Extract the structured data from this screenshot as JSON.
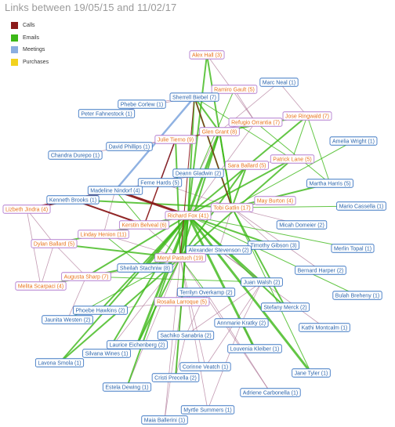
{
  "title": "Links between 19/05/15 and 11/02/17",
  "legend": [
    {
      "label": "Calls",
      "color": "#8b1a1a"
    },
    {
      "label": "Emails",
      "color": "#3cb817"
    },
    {
      "label": "Meetings",
      "color": "#8aaee0"
    },
    {
      "label": "Purchases",
      "color": "#f2d21e"
    }
  ],
  "palette": {
    "highlight_text": "#e8731c",
    "highlight_border": "#b47fd0",
    "normal_text": "#2a64ac",
    "normal_border": "#3f78c4",
    "calls": "#8b1a1a",
    "emails": "#3cb817",
    "meetings": "#8aaee0",
    "minor_link": "#b07a9a"
  },
  "nodes": [
    {
      "id": "alex",
      "label": "Alex Hall (3)",
      "highlight": true
    },
    {
      "id": "marcneal",
      "label": "Marc Neal (1)"
    },
    {
      "id": "ramiro",
      "label": "Ramiro Gault (5)",
      "highlight": true
    },
    {
      "id": "sherrell",
      "label": "Sherrell Biebel (7)"
    },
    {
      "id": "phebe",
      "label": "Phebe Corlew (1)"
    },
    {
      "id": "refugio",
      "label": "Refugio Orrantia (7)",
      "highlight": true
    },
    {
      "id": "jose",
      "label": "Jose Ringwald (7)",
      "highlight": true
    },
    {
      "id": "peter",
      "label": "Peter Fahnestock (1)"
    },
    {
      "id": "glen",
      "label": "Glen Grant (8)",
      "highlight": true
    },
    {
      "id": "julie",
      "label": "Julie Tierno (9)",
      "highlight": true
    },
    {
      "id": "amelia",
      "label": "Amelia Wright (1)"
    },
    {
      "id": "chandra",
      "label": "Chandra Durepo (1)"
    },
    {
      "id": "david",
      "label": "David Phillips (1)"
    },
    {
      "id": "patrick",
      "label": "Patrick Lane (5)",
      "highlight": true
    },
    {
      "id": "sara",
      "label": "Sara Ballard (5)",
      "highlight": true
    },
    {
      "id": "deann",
      "label": "Deann Gladwin (2)"
    },
    {
      "id": "martha",
      "label": "Martha Harris (5)"
    },
    {
      "id": "ferne",
      "label": "Ferne Hards (5)"
    },
    {
      "id": "madeline",
      "label": "Madeline Nindorf (4)"
    },
    {
      "id": "may",
      "label": "May Burton (4)",
      "highlight": true
    },
    {
      "id": "kenneth",
      "label": "Kenneth Brooks (1)"
    },
    {
      "id": "tobi",
      "label": "Tobi Gatlin (17)",
      "highlight": true
    },
    {
      "id": "mario",
      "label": "Mario Cassella (1)"
    },
    {
      "id": "lizbeth",
      "label": "Lizbeth Jindra (4)",
      "highlight": true
    },
    {
      "id": "richard",
      "label": "Richard Fox (41)",
      "highlight": true
    },
    {
      "id": "micah",
      "label": "Micah Domeier (2)"
    },
    {
      "id": "kerstin",
      "label": "Kerstin Belveal (6)",
      "highlight": true
    },
    {
      "id": "linday",
      "label": "Linday Henion (11)",
      "highlight": true
    },
    {
      "id": "dylan",
      "label": "Dylan Ballard (5)",
      "highlight": true
    },
    {
      "id": "timothy",
      "label": "Timothy Gibson (3)"
    },
    {
      "id": "merlin",
      "label": "Merlin Topal (1)"
    },
    {
      "id": "alexander",
      "label": "Alexander Stevenson (2)"
    },
    {
      "id": "meryl",
      "label": "Meryl Pastuch (19)",
      "highlight": true
    },
    {
      "id": "sheilah",
      "label": "Sheilah Stachniw (8)"
    },
    {
      "id": "bernard",
      "label": "Bernard Harper (2)"
    },
    {
      "id": "melita",
      "label": "Melita Scarpaci (4)",
      "highlight": true
    },
    {
      "id": "augusta",
      "label": "Augusta Sharp (7)",
      "highlight": true
    },
    {
      "id": "juan",
      "label": "Juan Walsh (2)"
    },
    {
      "id": "terrilyn",
      "label": "Terrilyn Overkamp (2)"
    },
    {
      "id": "bulah",
      "label": "Bulah Breheny (1)"
    },
    {
      "id": "phoebe",
      "label": "Phoebe Hawkins (2)"
    },
    {
      "id": "rosalia",
      "label": "Rosalia Larroque (5)",
      "highlight": true
    },
    {
      "id": "stefany",
      "label": "Stefany Merck (2)"
    },
    {
      "id": "jaunita",
      "label": "Jaunita Westen (2)"
    },
    {
      "id": "annmarie",
      "label": "Annmarie Kratky (2)"
    },
    {
      "id": "sachiko",
      "label": "Sachiko Sanabria (2)"
    },
    {
      "id": "kathi",
      "label": "Kathi Montcalm (1)"
    },
    {
      "id": "laurice",
      "label": "Laurice Eichenberg (2)"
    },
    {
      "id": "louvenia",
      "label": "Louvenia Kleiber (1)"
    },
    {
      "id": "silvana",
      "label": "Silvana Wines (1)"
    },
    {
      "id": "lavona",
      "label": "Lavona Smola (1)"
    },
    {
      "id": "corinne",
      "label": "Corinne Veatch (1)"
    },
    {
      "id": "jane",
      "label": "Jane Tyler (1)"
    },
    {
      "id": "cristi",
      "label": "Cristi Precella (2)"
    },
    {
      "id": "estela",
      "label": "Estela Dewing (1)"
    },
    {
      "id": "adriene",
      "label": "Adriene Carbonella (1)"
    },
    {
      "id": "myrtle",
      "label": "Myrtle Summers (1)"
    },
    {
      "id": "maia",
      "label": "Maia Ballerini (1)"
    }
  ],
  "links": [
    {
      "source": "richard",
      "target": "alex",
      "type": "emails",
      "weight": 2
    },
    {
      "source": "richard",
      "target": "glen",
      "type": "emails",
      "weight": 3
    },
    {
      "source": "richard",
      "target": "meryl",
      "type": "emails",
      "weight": 4
    },
    {
      "source": "richard",
      "target": "sheilah",
      "type": "emails",
      "weight": 3
    },
    {
      "source": "richard",
      "target": "laurice",
      "type": "emails",
      "weight": 3
    },
    {
      "source": "richard",
      "target": "silvana",
      "type": "emails",
      "weight": 2
    },
    {
      "source": "richard",
      "target": "lavona",
      "type": "emails",
      "weight": 2
    },
    {
      "source": "richard",
      "target": "louvenia",
      "type": "emails",
      "weight": 3
    },
    {
      "source": "richard",
      "target": "jane",
      "type": "emails",
      "weight": 3
    },
    {
      "source": "richard",
      "target": "jose",
      "type": "emails",
      "weight": 2
    },
    {
      "source": "richard",
      "target": "patrick",
      "type": "emails",
      "weight": 2
    },
    {
      "source": "richard",
      "target": "bulah",
      "type": "emails",
      "weight": 1
    },
    {
      "source": "richard",
      "target": "merlin",
      "type": "emails",
      "weight": 1
    },
    {
      "source": "richard",
      "target": "timothy",
      "type": "emails",
      "weight": 2
    },
    {
      "source": "richard",
      "target": "linday",
      "type": "emails",
      "weight": 2
    },
    {
      "source": "richard",
      "target": "dylan",
      "type": "emails",
      "weight": 2
    },
    {
      "source": "richard",
      "target": "augusta",
      "type": "emails",
      "weight": 2
    },
    {
      "source": "richard",
      "target": "estela",
      "type": "emails",
      "weight": 2
    },
    {
      "source": "richard",
      "target": "cristi",
      "type": "emails",
      "weight": 2
    },
    {
      "source": "richard",
      "target": "stefany",
      "type": "emails",
      "weight": 2
    },
    {
      "source": "richard",
      "target": "rosalia",
      "type": "emails",
      "weight": 2
    },
    {
      "source": "richard",
      "target": "sherrell",
      "type": "emails",
      "weight": 2
    },
    {
      "source": "richard",
      "target": "phoebe",
      "type": "emails",
      "weight": 2
    },
    {
      "source": "richard",
      "target": "juan",
      "type": "emails",
      "weight": 2
    },
    {
      "source": "tobi",
      "target": "alex",
      "type": "emails",
      "weight": 2
    },
    {
      "source": "tobi",
      "target": "sherrell",
      "type": "emails",
      "weight": 2
    },
    {
      "source": "tobi",
      "target": "sara",
      "type": "emails",
      "weight": 2
    },
    {
      "source": "tobi",
      "target": "martha",
      "type": "emails",
      "weight": 2
    },
    {
      "source": "tobi",
      "target": "kenneth",
      "type": "emails",
      "weight": 2
    },
    {
      "source": "tobi",
      "target": "stefany",
      "type": "emails",
      "weight": 2
    },
    {
      "source": "tobi",
      "target": "jane",
      "type": "emails",
      "weight": 1
    },
    {
      "source": "tobi",
      "target": "amelia",
      "type": "emails",
      "weight": 1
    },
    {
      "source": "tobi",
      "target": "mario",
      "type": "emails",
      "weight": 1
    },
    {
      "source": "meryl",
      "target": "glen",
      "type": "emails",
      "weight": 2
    },
    {
      "source": "meryl",
      "target": "sara",
      "type": "emails",
      "weight": 2
    },
    {
      "source": "meryl",
      "target": "patrick",
      "type": "emails",
      "weight": 2
    },
    {
      "source": "meryl",
      "target": "sheilah",
      "type": "emails",
      "weight": 2
    },
    {
      "source": "meryl",
      "target": "julie",
      "type": "emails",
      "weight": 2
    },
    {
      "source": "meryl",
      "target": "melita",
      "type": "emails",
      "weight": 2
    },
    {
      "source": "meryl",
      "target": "lavona",
      "type": "emails",
      "weight": 2
    },
    {
      "source": "meryl",
      "target": "laurice",
      "type": "emails",
      "weight": 2
    },
    {
      "source": "meryl",
      "target": "jaunita",
      "type": "emails",
      "weight": 1
    },
    {
      "source": "meryl",
      "target": "terrilyn",
      "type": "emails",
      "weight": 1
    },
    {
      "source": "meryl",
      "target": "dylan",
      "type": "emails",
      "weight": 2
    },
    {
      "source": "glen",
      "target": "sherrell",
      "type": "emails",
      "weight": 2
    },
    {
      "source": "glen",
      "target": "jose",
      "type": "emails",
      "weight": 2
    },
    {
      "source": "glen",
      "target": "tobi",
      "type": "emails",
      "weight": 2
    },
    {
      "source": "sherrell",
      "target": "ramiro",
      "type": "emails",
      "weight": 1
    },
    {
      "source": "ramiro",
      "target": "deann",
      "type": "emails",
      "weight": 1
    },
    {
      "source": "refugio",
      "target": "martha",
      "type": "emails",
      "weight": 1
    },
    {
      "source": "jose",
      "target": "patrick",
      "type": "emails",
      "weight": 1
    },
    {
      "source": "jose",
      "target": "martha",
      "type": "emails",
      "weight": 1
    },
    {
      "source": "sherrell",
      "target": "patrick",
      "type": "emails",
      "weight": 1
    },
    {
      "source": "sara",
      "target": "deann",
      "type": "emails",
      "weight": 1
    },
    {
      "source": "may",
      "target": "richard",
      "type": "emails",
      "weight": 1
    },
    {
      "source": "linday",
      "target": "sheilah",
      "type": "emails",
      "weight": 1
    },
    {
      "source": "kerstin",
      "target": "tobi",
      "type": "emails",
      "weight": 1
    },
    {
      "source": "kerstin",
      "target": "madeline",
      "type": "emails",
      "weight": 1
    },
    {
      "source": "augusta",
      "target": "juan",
      "type": "emails",
      "weight": 1
    },
    {
      "source": "lizbeth",
      "target": "madeline",
      "type": "calls",
      "weight": 3
    },
    {
      "source": "lizbeth",
      "target": "kenneth",
      "type": "calls",
      "weight": 2
    },
    {
      "source": "madeline",
      "target": "richard",
      "type": "calls",
      "weight": 3
    },
    {
      "source": "kenneth",
      "target": "kerstin",
      "type": "calls",
      "weight": 2
    },
    {
      "source": "kerstin",
      "target": "julie",
      "type": "calls",
      "weight": 1.5
    },
    {
      "source": "julie",
      "target": "glen",
      "type": "calls",
      "weight": 1
    },
    {
      "source": "sherrell",
      "target": "meryl",
      "type": "calls",
      "weight": 1
    },
    {
      "source": "sherrell",
      "target": "tobi",
      "type": "calls",
      "weight": 1.2
    },
    {
      "source": "madeline",
      "target": "sherrell",
      "type": "meetings",
      "weight": 2.5
    },
    {
      "source": "julie",
      "target": "ferne",
      "type": "meetings",
      "weight": 1.5
    },
    {
      "source": "madeline",
      "target": "linday",
      "type": "minor",
      "weight": 0.8
    },
    {
      "source": "lizbeth",
      "target": "dylan",
      "type": "minor",
      "weight": 0.8
    },
    {
      "source": "lizbeth",
      "target": "melita",
      "type": "minor",
      "weight": 0.8
    },
    {
      "source": "dylan",
      "target": "melita",
      "type": "minor",
      "weight": 0.8
    },
    {
      "source": "dylan",
      "target": "augusta",
      "type": "minor",
      "weight": 0.8
    },
    {
      "source": "madeline",
      "target": "deann",
      "type": "minor",
      "weight": 0.8
    },
    {
      "source": "ferne",
      "target": "tobi",
      "type": "minor",
      "weight": 0.8
    },
    {
      "source": "tobi",
      "target": "micah",
      "type": "minor",
      "weight": 0.8
    },
    {
      "source": "tobi",
      "target": "bernard",
      "type": "minor",
      "weight": 0.8
    },
    {
      "source": "tobi",
      "target": "timothy",
      "type": "minor",
      "weight": 0.8
    },
    {
      "source": "tobi",
      "target": "alexander",
      "type": "minor",
      "weight": 0.8
    },
    {
      "source": "alexander",
      "target": "juan",
      "type": "minor",
      "weight": 0.8
    },
    {
      "source": "alexander",
      "target": "kathi",
      "type": "minor",
      "weight": 0.8
    },
    {
      "source": "juan",
      "target": "annmarie",
      "type": "minor",
      "weight": 0.8
    },
    {
      "source": "juan",
      "target": "corinne",
      "type": "minor",
      "weight": 0.8
    },
    {
      "source": "juan",
      "target": "sachiko",
      "type": "minor",
      "weight": 0.8
    },
    {
      "source": "terrilyn",
      "target": "sachiko",
      "type": "minor",
      "weight": 0.8
    },
    {
      "source": "terrilyn",
      "target": "adriene",
      "type": "minor",
      "weight": 0.8
    },
    {
      "source": "annmarie",
      "target": "louvenia",
      "type": "minor",
      "weight": 0.8
    },
    {
      "source": "annmarie",
      "target": "myrtle",
      "type": "minor",
      "weight": 0.8
    },
    {
      "source": "sachiko",
      "target": "cristi",
      "type": "minor",
      "weight": 0.8
    },
    {
      "source": "rosalia",
      "target": "cristi",
      "type": "minor",
      "weight": 0.8
    },
    {
      "source": "rosalia",
      "target": "maia",
      "type": "minor",
      "weight": 0.8
    },
    {
      "source": "meryl",
      "target": "maia",
      "type": "minor",
      "weight": 0.8
    },
    {
      "source": "meryl",
      "target": "myrtle",
      "type": "minor",
      "weight": 0.8
    },
    {
      "source": "meryl",
      "target": "adriene",
      "type": "minor",
      "weight": 0.8
    },
    {
      "source": "meryl",
      "target": "corinne",
      "type": "minor",
      "weight": 0.8
    },
    {
      "source": "meryl",
      "target": "estela",
      "type": "minor",
      "weight": 0.8
    },
    {
      "source": "meryl",
      "target": "silvana",
      "type": "minor",
      "weight": 0.8
    },
    {
      "source": "phoebe",
      "target": "rosalia",
      "type": "minor",
      "weight": 0.8
    },
    {
      "source": "augusta",
      "target": "jaunita",
      "type": "minor",
      "weight": 0.8
    },
    {
      "source": "augusta",
      "target": "sheilah",
      "type": "minor",
      "weight": 0.8
    },
    {
      "source": "kerstin",
      "target": "meryl",
      "type": "minor",
      "weight": 0.8
    },
    {
      "source": "linday",
      "target": "meryl",
      "type": "minor",
      "weight": 0.8
    },
    {
      "source": "chandra",
      "target": "glen",
      "type": "minor",
      "weight": 0.8
    },
    {
      "source": "david",
      "target": "julie",
      "type": "minor",
      "weight": 0.8
    },
    {
      "source": "peter",
      "target": "sherrell",
      "type": "minor",
      "weight": 0.8
    },
    {
      "source": "phebe",
      "target": "sherrell",
      "type": "minor",
      "weight": 0.8
    },
    {
      "source": "marcneal",
      "target": "glen",
      "type": "minor",
      "weight": 0.8
    },
    {
      "source": "marcneal",
      "target": "jose",
      "type": "minor",
      "weight": 0.8
    },
    {
      "source": "ramiro",
      "target": "refugio",
      "type": "minor",
      "weight": 0.8
    },
    {
      "source": "refugio",
      "target": "julie",
      "type": "minor",
      "weight": 0.8
    },
    {
      "source": "refugio",
      "target": "richard",
      "type": "minor",
      "weight": 0.8
    },
    {
      "source": "patrick",
      "target": "sara",
      "type": "minor",
      "weight": 0.8
    },
    {
      "source": "may",
      "target": "tobi",
      "type": "minor",
      "weight": 0.8
    },
    {
      "source": "glen",
      "target": "deann",
      "type": "minor",
      "weight": 0.8
    },
    {
      "source": "sara",
      "target": "ferne",
      "type": "minor",
      "weight": 0.8
    },
    {
      "source": "alex",
      "target": "refugio",
      "type": "minor",
      "weight": 0.8
    }
  ]
}
